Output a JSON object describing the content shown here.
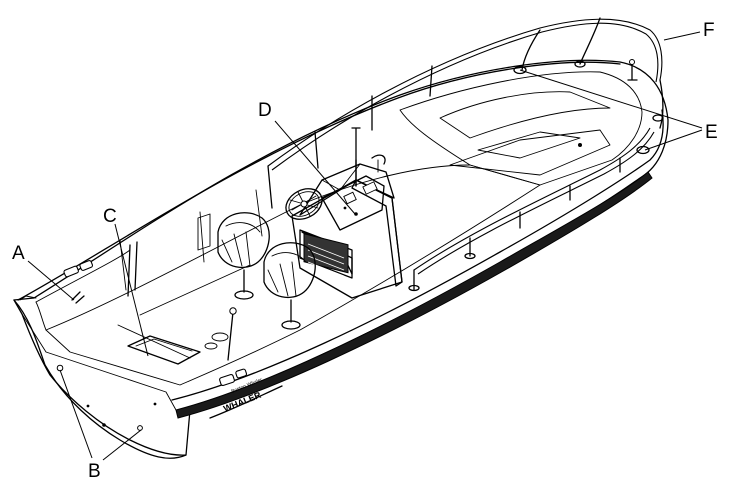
{
  "callouts": {
    "a": "A",
    "b": "B",
    "c": "C",
    "d": "D",
    "e": "E",
    "f": "F"
  },
  "hull_logo": {
    "small_text": "Boston Whaler",
    "main_text": "WHALER"
  },
  "colors": {
    "line": "#000000",
    "hull_fill": "#f6f3ec",
    "deck_fill": "#efede6",
    "shadow": "#3a3a3a",
    "background": "#ffffff"
  }
}
